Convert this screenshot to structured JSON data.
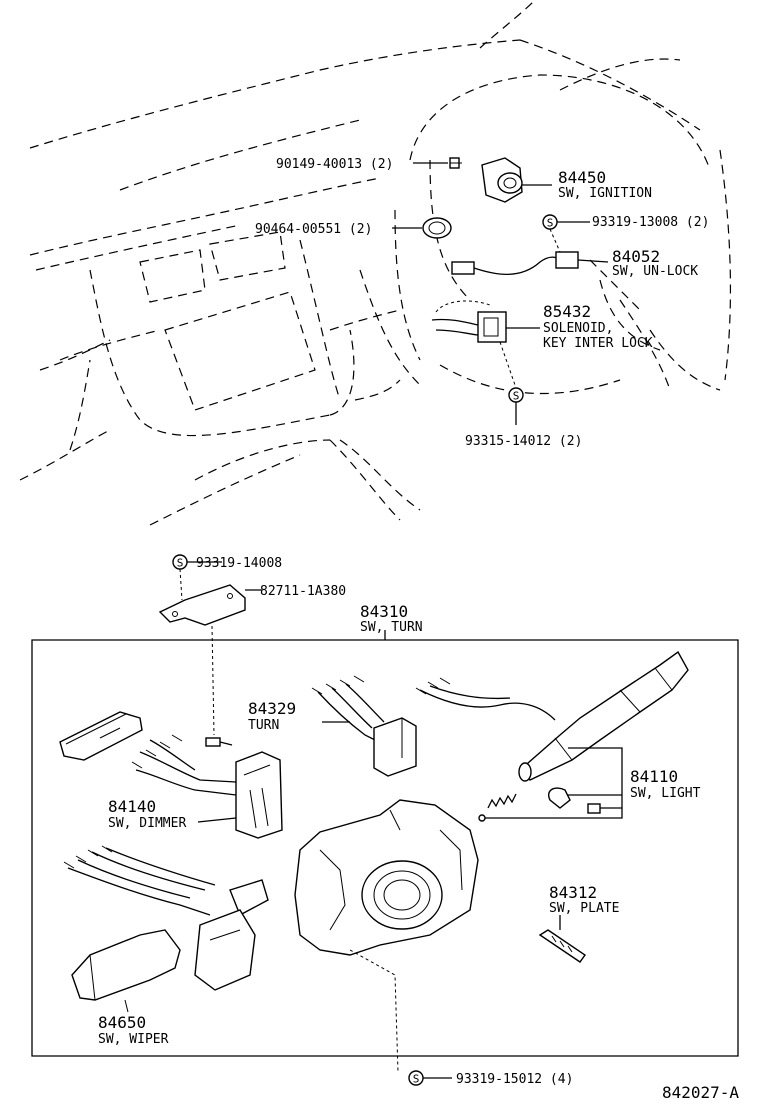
{
  "diagram_code": "842027-A",
  "screw_symbol": "S",
  "parts": {
    "bolt_90149": {
      "number": "90149-40013 (2)"
    },
    "clamp_90464": {
      "number": "90464-00551 (2)"
    },
    "ignition": {
      "number": "84450",
      "name": "SW, IGNITION"
    },
    "screw_93319_13008": {
      "number": "93319-13008 (2)"
    },
    "unlock": {
      "number": "84052",
      "name": "SW, UN-LOCK"
    },
    "solenoid": {
      "number": "85432",
      "name_line1": "SOLENOID,",
      "name_line2": "KEY INTER LOCK"
    },
    "screw_93315": {
      "number": "93315-14012 (2)"
    },
    "screw_93319_14008": {
      "number": "93319-14008"
    },
    "bracket_82711": {
      "number": "82711-1A380"
    },
    "turn_switch": {
      "number": "84310",
      "name": "SW, TURN"
    },
    "turn": {
      "number": "84329",
      "name": "TURN"
    },
    "light": {
      "number": "84110",
      "name": "SW, LIGHT"
    },
    "dimmer": {
      "number": "84140",
      "name": "SW, DIMMER"
    },
    "plate": {
      "number": "84312",
      "name": "SW, PLATE"
    },
    "wiper": {
      "number": "84650",
      "name": "SW, WIPER"
    },
    "screw_93319_15012": {
      "number": "93319-15012 (4)"
    }
  }
}
